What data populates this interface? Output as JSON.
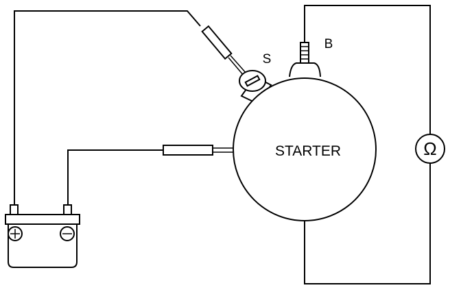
{
  "diagram": {
    "starter_label": "STARTER",
    "terminal_s_label": "S",
    "terminal_b_label": "B",
    "ohmmeter_symbol": "Ω",
    "battery": {
      "positive_symbol": "+",
      "negative_symbol": "−"
    }
  }
}
